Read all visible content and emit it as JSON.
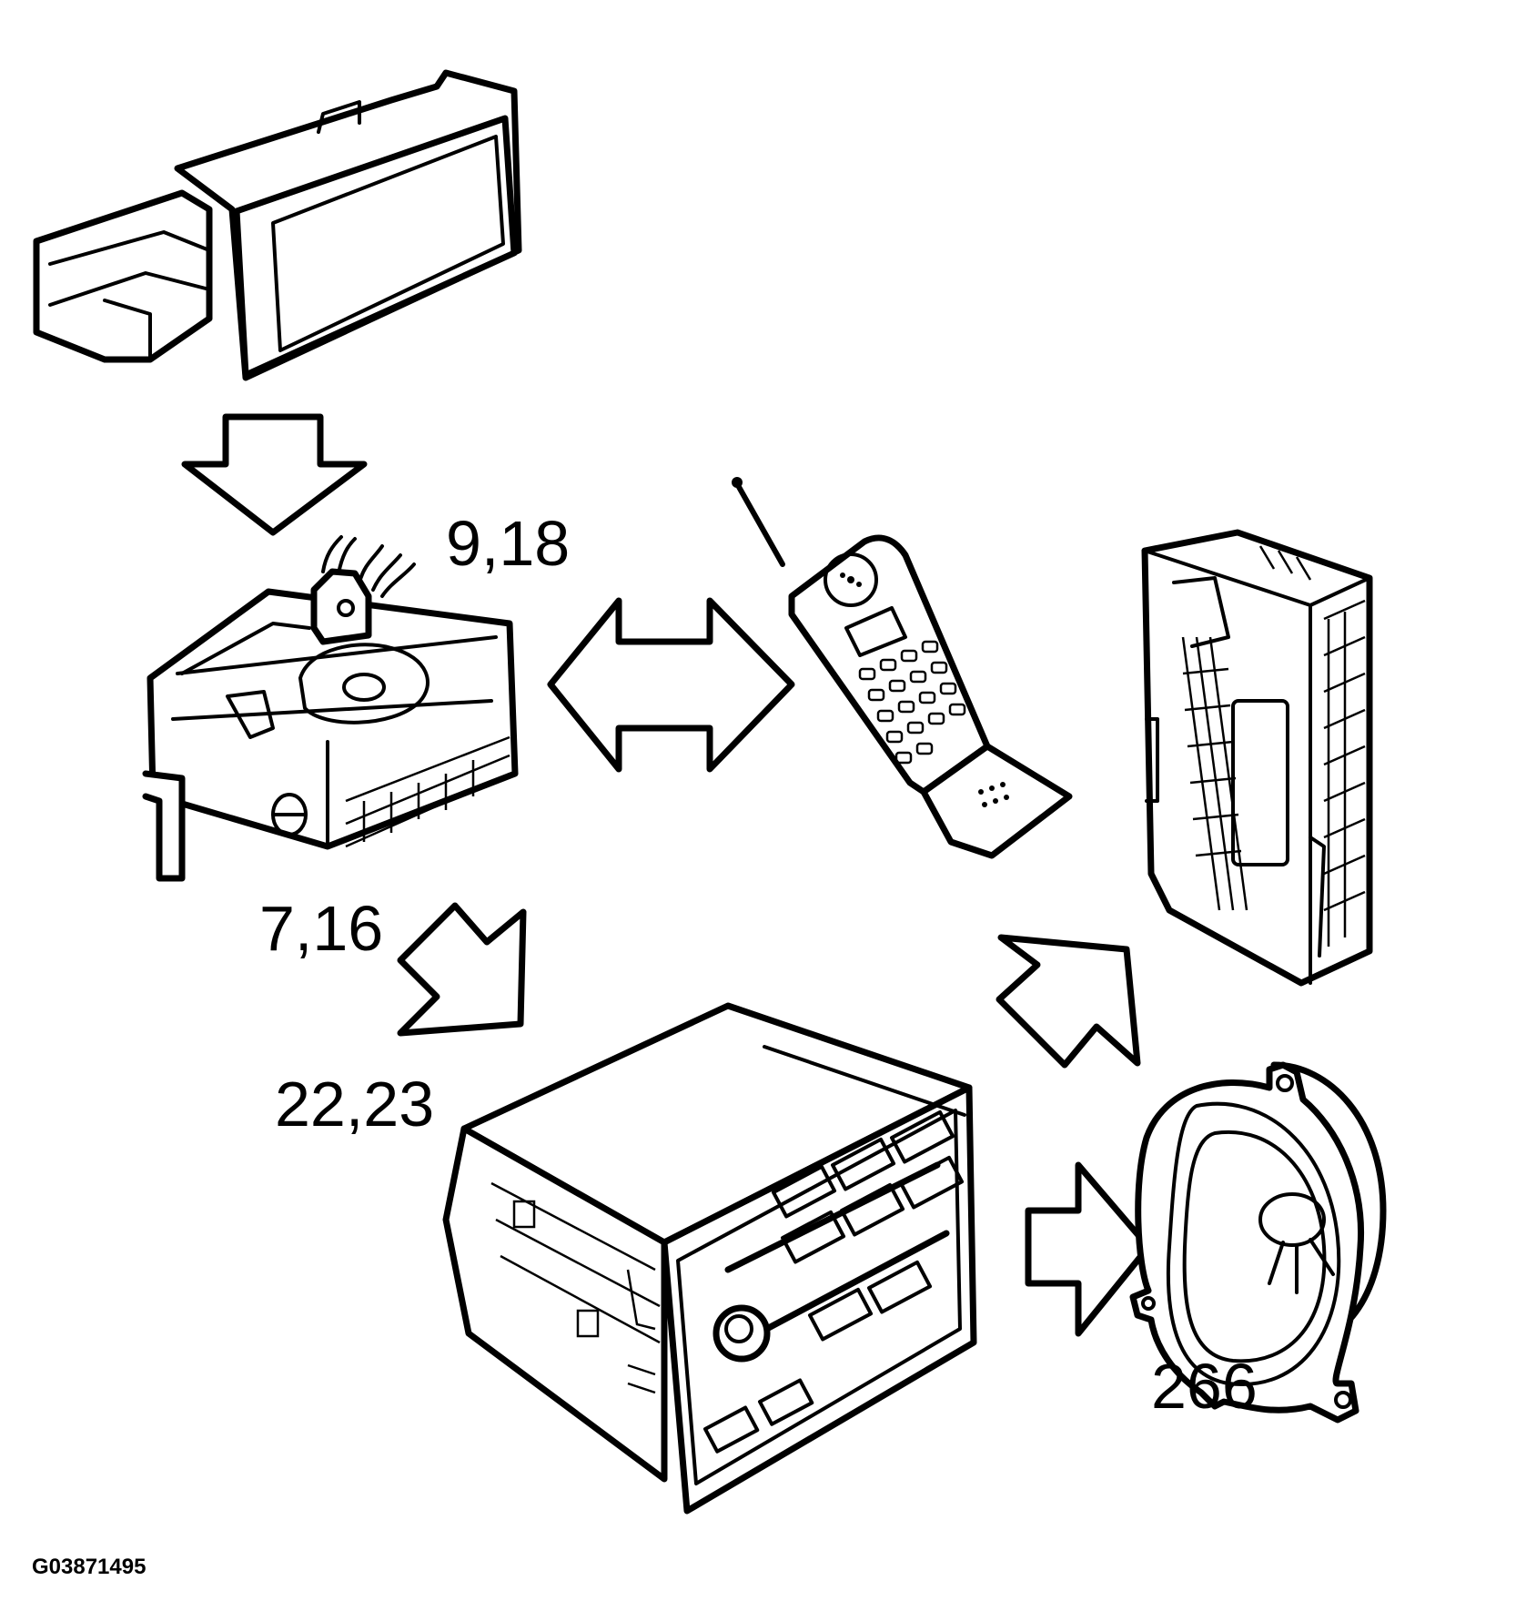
{
  "labels": {
    "module_ref": "9,18",
    "connector_ref": "7,16",
    "radio_ref": "22,23",
    "speaker_ref": "266",
    "figure_code": "G03871495"
  },
  "icons": [
    "card-module-icon",
    "connector-module-icon",
    "mobile-phone-icon",
    "amplifier-icon",
    "radio-head-unit-icon",
    "loudspeaker-icon",
    "down-arrow-icon",
    "double-arrow-icon",
    "diagonal-down-arrow-icon",
    "diagonal-up-arrow-icon",
    "right-arrow-icon"
  ],
  "colors": {
    "line": "#000000",
    "background": "#ffffff"
  }
}
